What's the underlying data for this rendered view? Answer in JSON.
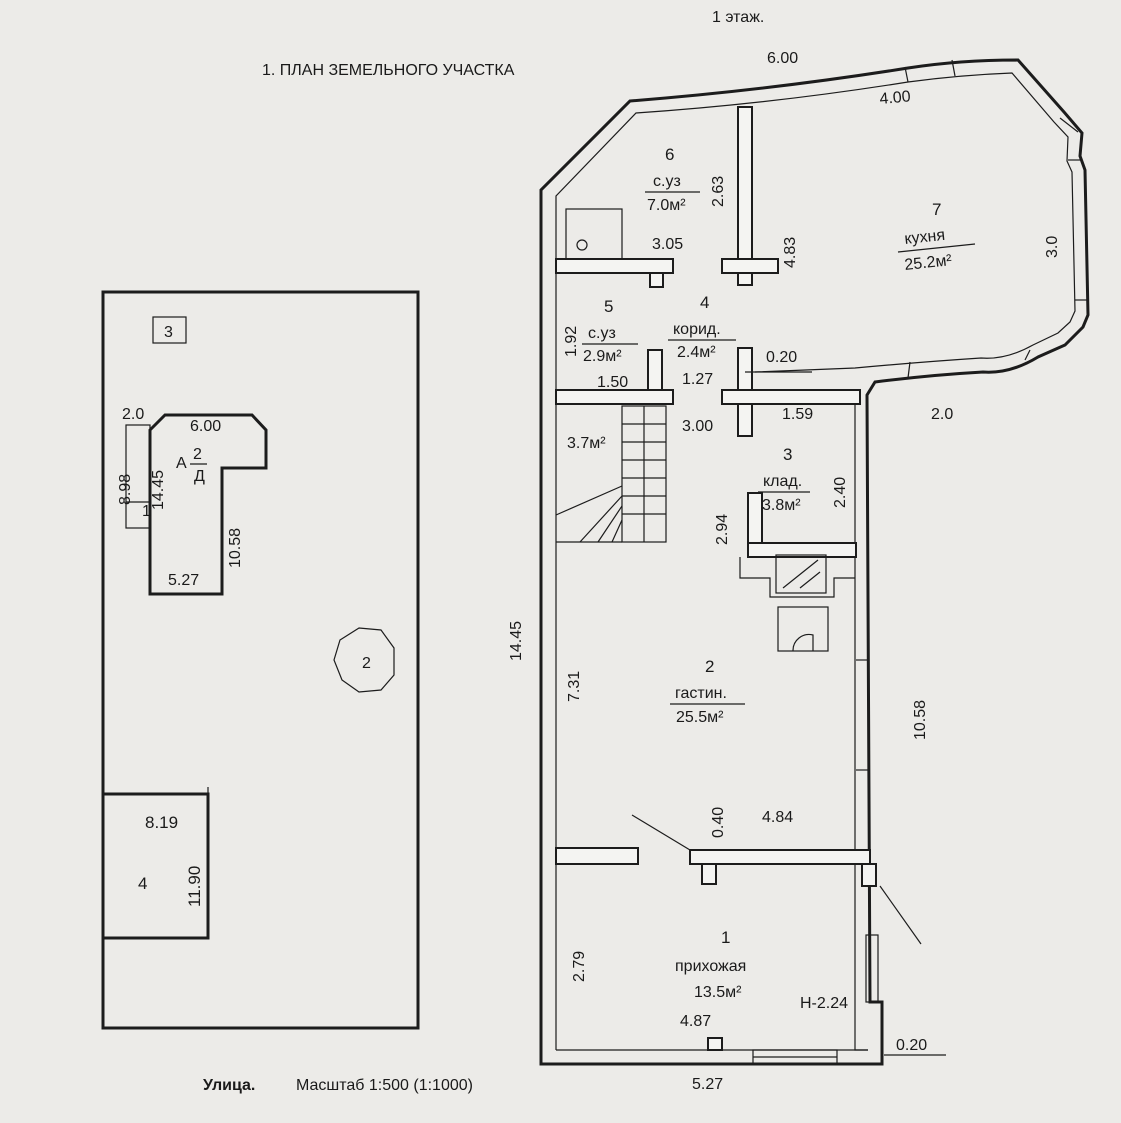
{
  "header": {
    "floor": "1  этаж.",
    "plan_title": "1. ПЛАН ЗЕМЕЛЬНОГО УЧАСТКА"
  },
  "footer": {
    "street": "Улица.",
    "scale": "Масштаб 1:500 (1:1000)"
  },
  "site_plan": {
    "marker_3": "3",
    "marker_2": "2",
    "marker_4": "4",
    "building_label_letter": "А",
    "building_label_top": "2",
    "building_label_bottom": "Д",
    "dims": {
      "a": "2.0",
      "b": "6.00",
      "c": "8.98",
      "d": "14.45",
      "e": "1",
      "f": "10.58",
      "g": "5.27",
      "h": "8.19",
      "i": "11.90"
    }
  },
  "floor_plan": {
    "dims": {
      "top": "6.00",
      "kitchen_top": "4.00",
      "kitchen_side": "3.0",
      "wc6_h": "2.63",
      "wc6_w": "3.05",
      "kitchen_h": "4.83",
      "wc5_h": "1.92",
      "wc5_w": "1.50",
      "corr_w": "1.27",
      "wall_t": "0.20",
      "stair_w": "3.00",
      "storage_w": "1.59",
      "right_2": "2.0",
      "storage_h": "2.40",
      "stair_h": "2.94",
      "total_h": "14.45",
      "living_h": "7.31",
      "right_h": "10.58",
      "door_w": "0.40",
      "living_w": "4.84",
      "hall_h": "2.79",
      "hall_w": "4.87",
      "bottom_t": "0.20",
      "bottom_w": "5.27"
    },
    "rooms": {
      "r1": {
        "num": "1",
        "name": "прихожая",
        "area": "13.5м²"
      },
      "r2": {
        "num": "2",
        "name": "гастин.",
        "area": "25.5м²"
      },
      "r3": {
        "num": "3",
        "name": "клад.",
        "area": "3.8м²"
      },
      "r4": {
        "num": "4",
        "name": "корид.",
        "area": "2.4м²"
      },
      "r5": {
        "num": "5",
        "name": "с.уз",
        "area": "2.9м²"
      },
      "r6": {
        "num": "6",
        "name": "с.уз",
        "area": "7.0м²"
      },
      "r7": {
        "num": "7",
        "name": "кухня",
        "area": "25.2м²"
      },
      "stair_area": "3.7м²",
      "height_note": "Н-2.24"
    }
  }
}
